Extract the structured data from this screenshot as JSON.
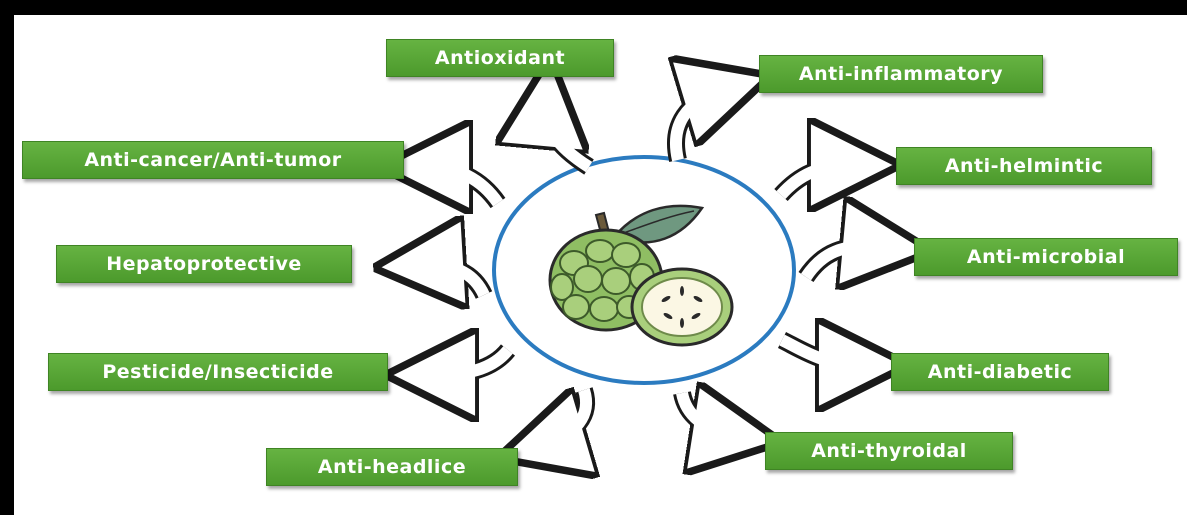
{
  "center": {
    "icon": "custard-apple-fruit-icon",
    "ring_color": "#2b7bc0"
  },
  "colors": {
    "label_fill": "#58a637",
    "label_text": "#ffffff",
    "arrow_stroke": "#1a1a1a",
    "arrow_fill": "#ffffff"
  },
  "labels": {
    "antioxidant": "Antioxidant",
    "anti_inflammatory": "Anti-inflammatory",
    "anti_cancer": "Anti-cancer/Anti-tumor",
    "anti_helmintic": "Anti-helmintic",
    "hepatoprotective": "Hepatoprotective",
    "anti_microbial": "Anti-microbial",
    "pesticide": "Pesticide/Insecticide",
    "anti_diabetic": "Anti-diabetic",
    "anti_headlice": "Anti-headlice",
    "anti_thyroidal": "Anti-thyroidal"
  }
}
